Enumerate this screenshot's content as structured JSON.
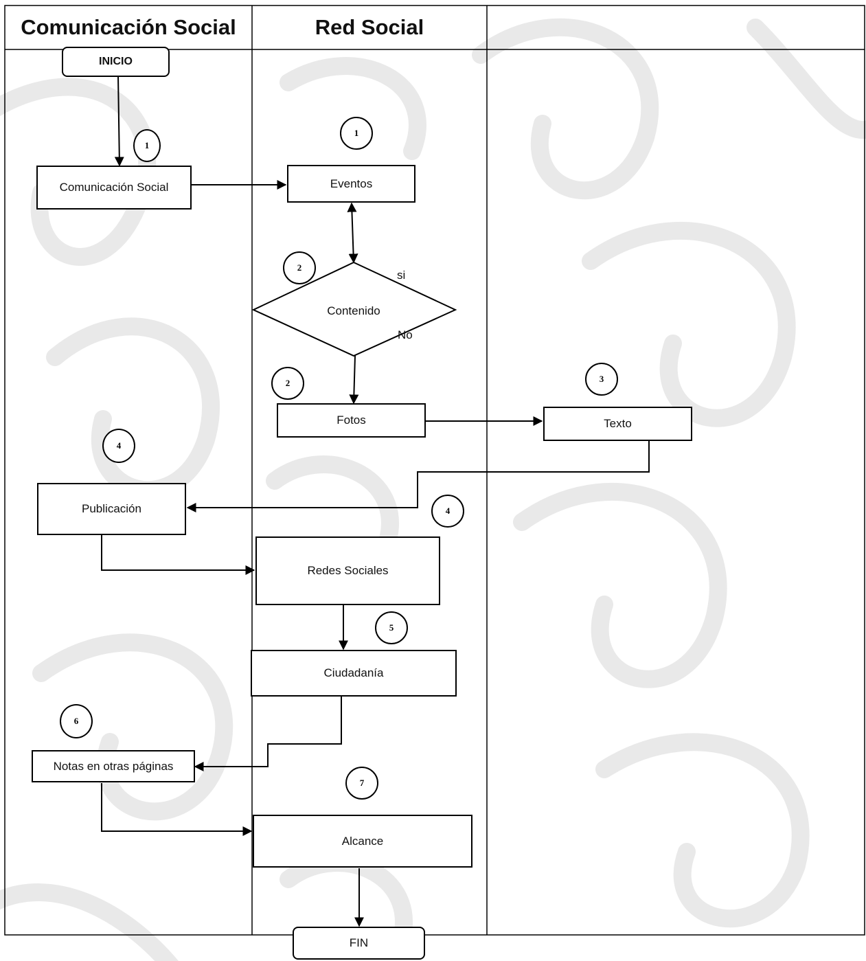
{
  "headers": [
    "Comunicación Social",
    "Red Social",
    ""
  ],
  "nodes": {
    "inicio": "INICIO",
    "comunicacion_social": "Comunicación Social",
    "eventos": "Eventos",
    "contenido": "Contenido",
    "fotos": "Fotos",
    "texto": "Texto",
    "publicacion": "Publicación",
    "redes_sociales": "Redes Sociales",
    "ciudadania": "Ciudadanía",
    "notas": "Notas en otras páginas",
    "alcance": "Alcance",
    "fin": "FIN"
  },
  "edge_labels": {
    "si": "si",
    "no": "No"
  },
  "steps": {
    "comunicacion_social": "1",
    "eventos": "1",
    "contenido": "2",
    "fotos": "2",
    "texto": "3",
    "publicacion_left": "4",
    "publicacion_right": "4",
    "redes_sociales": "5",
    "notas": "6",
    "alcance": "7"
  }
}
